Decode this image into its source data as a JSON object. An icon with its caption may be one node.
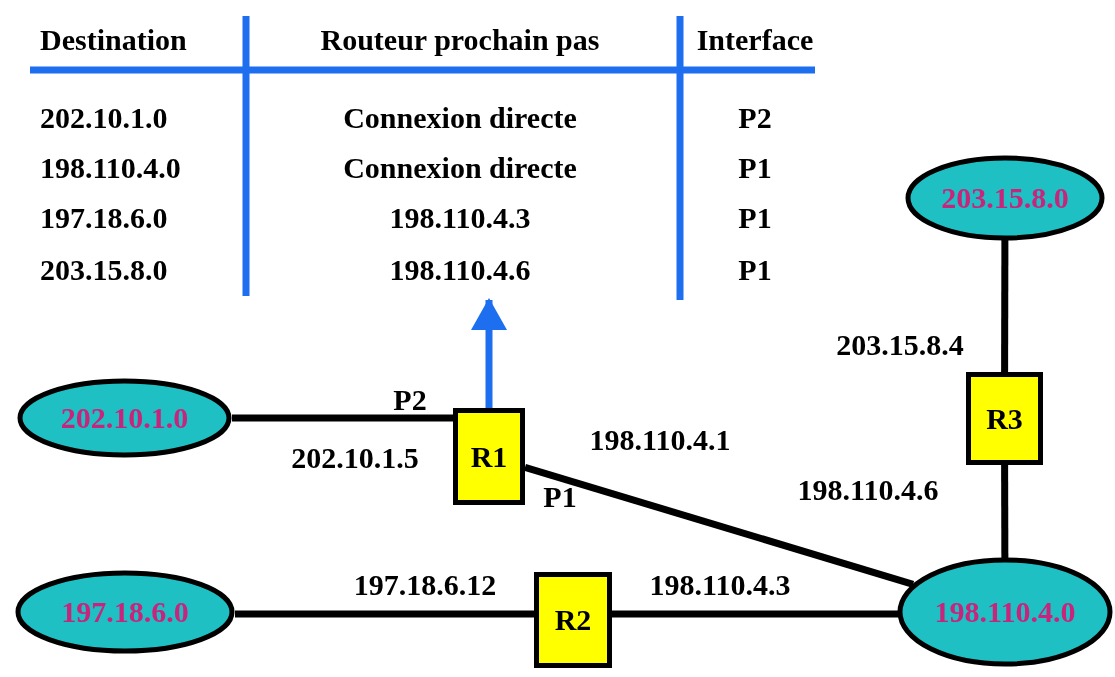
{
  "diagram": {
    "nodes": [
      {
        "text": [
          "Destination",
          "Routeur prochain pas",
          "Interface",
          "202.10.1.0",
          "Connexion directe",
          "P2",
          "198.110.4.0",
          "Connexion directe",
          "P1",
          "197.18.6.0",
          "198.110.4.3",
          "P1",
          "203.15.8.0",
          "198.110.4.6",
          "P1"
        ]
      },
      {
        "text": [
          "203.15.8.0"
        ]
      },
      {
        "text": [
          "202.10.1.0"
        ]
      },
      {
        "text": [
          "R1"
        ]
      },
      {
        "text": [
          "R3"
        ]
      },
      {
        "text": [
          "197.18.6.0"
        ]
      },
      {
        "text": [
          "R2"
        ]
      },
      {
        "text": [
          "198.110.4.0"
        ]
      }
    ],
    "edges": [
      {
        "from": 3,
        "to": 0,
        "arrow": "to",
        "color": "#1e6ff0"
      },
      {
        "from": 2,
        "to": 3,
        "arrow": "none"
      },
      {
        "from": 3,
        "to": 7,
        "arrow": "none"
      },
      {
        "from": 5,
        "to": 6,
        "arrow": "none"
      },
      {
        "from": 6,
        "to": 7,
        "arrow": "none"
      },
      {
        "from": 7,
        "to": 4,
        "arrow": "none"
      },
      {
        "from": 4,
        "to": 1,
        "arrow": "none"
      }
    ],
    "labels": [
      "203.15.8.4",
      "P2",
      "202.10.1.5",
      "198.110.4.1",
      "P1",
      "198.110.4.6",
      "197.18.6.12",
      "198.110.4.3"
    ]
  }
}
